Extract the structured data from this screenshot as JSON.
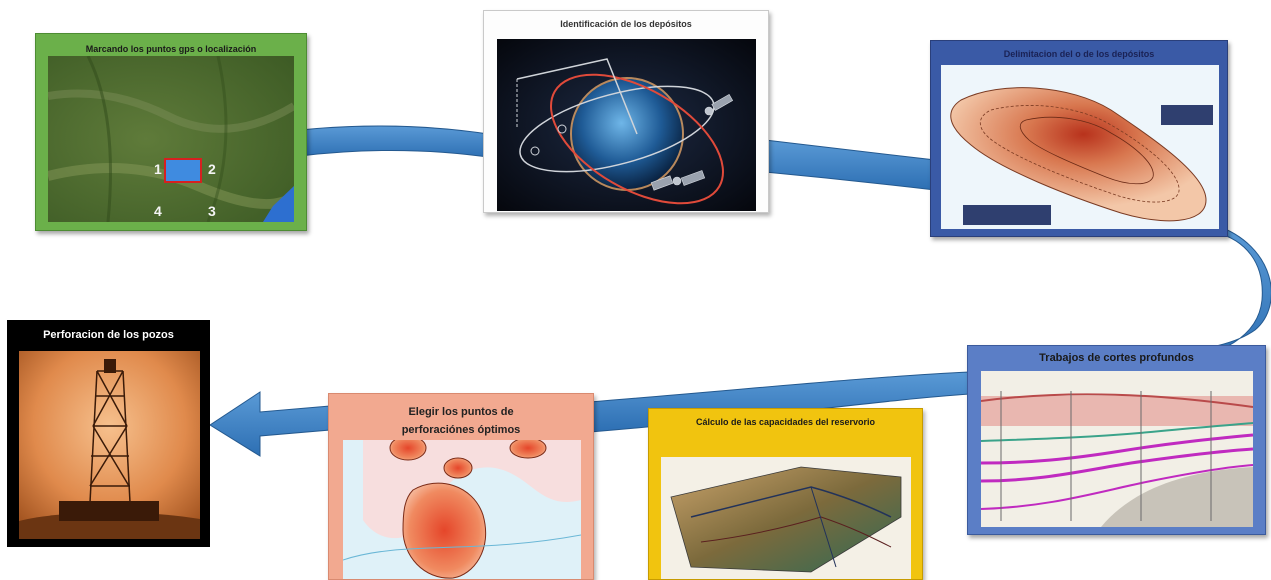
{
  "steps": [
    {
      "title": "Marcando los puntos gps o localización",
      "markers": [
        "1",
        "2",
        "3",
        "4"
      ]
    },
    {
      "title": "Identificación de los depósitos"
    },
    {
      "title": "Delimitacion del o de los depósitos"
    },
    {
      "title": "Trabajos de cortes profundos"
    },
    {
      "title": "Cálculo de las capacidades del reservorio"
    },
    {
      "title_line1": "Elegir los puntos de",
      "title_line2": "perforaciónes óptimos"
    },
    {
      "title": "Perforacion de los pozos"
    }
  ],
  "colors": {
    "flow_arrow": "#3a7ec4",
    "card_green": "#6bb04a",
    "card_blue": "#3a5aa6",
    "card_yellow": "#f1c40f",
    "card_salmon": "#f2a990",
    "card_black": "#000000"
  }
}
